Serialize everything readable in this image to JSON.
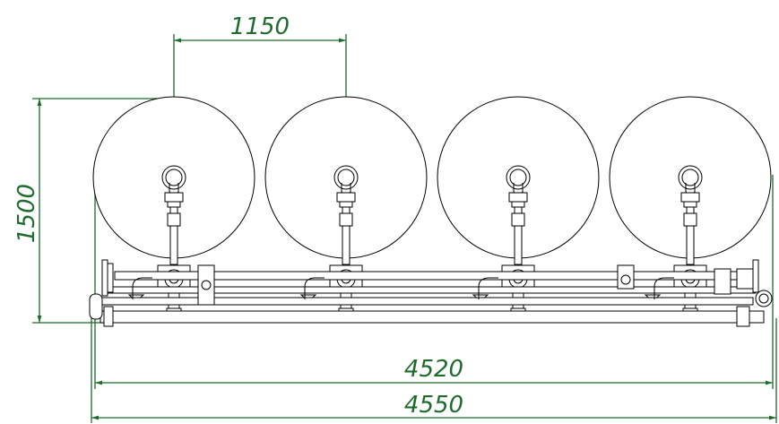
{
  "dimensions": {
    "tank_spacing": "1150",
    "height": "1500",
    "inner_width": "4520",
    "overall_width": "4550"
  },
  "colors": {
    "dimension": "#1e6b2e",
    "outline": "#000000"
  },
  "filters": {
    "count": 4
  }
}
